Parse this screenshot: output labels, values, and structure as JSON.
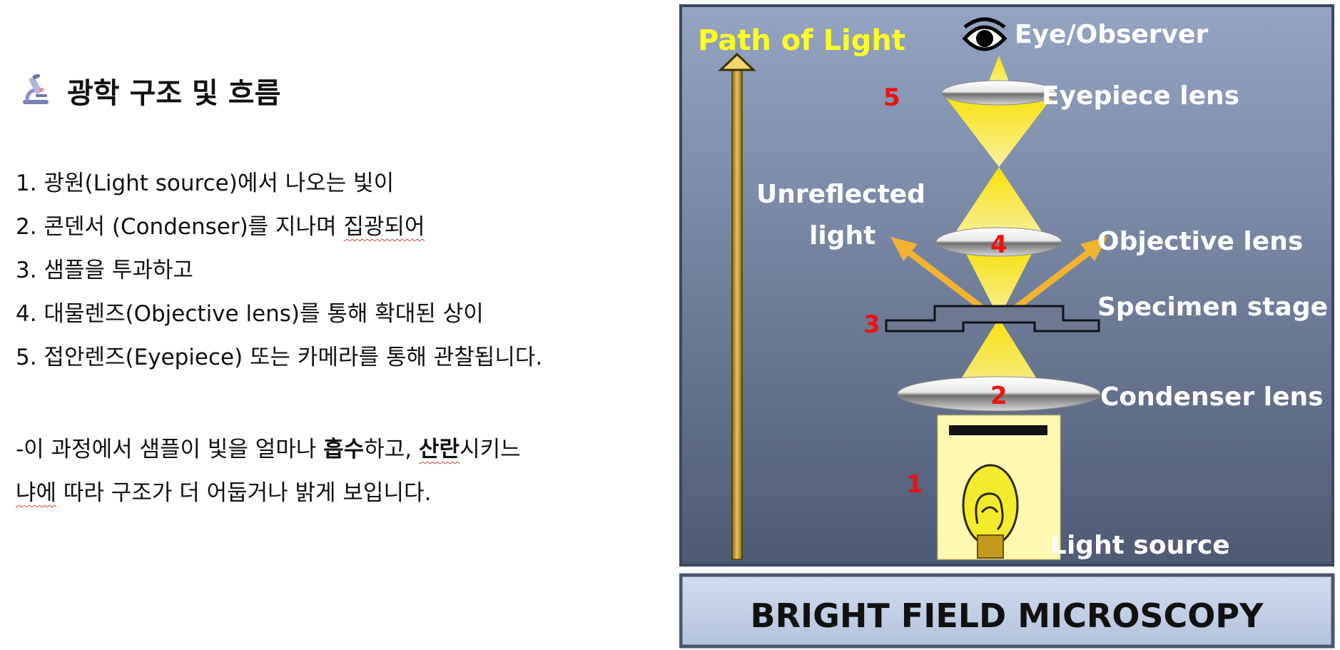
{
  "heading": {
    "icon": "microscope-icon",
    "text": "광학 구조 및 흐름"
  },
  "steps": [
    {
      "before": "1. 광원(Light source)에서 나오는 빛이",
      "marked": "",
      "after": ""
    },
    {
      "before": "2. 콘덴서 (Condenser)를 지나며 ",
      "marked": "집광되어",
      "after": ""
    },
    {
      "before": "3. 샘플을 투과하고",
      "marked": "",
      "after": ""
    },
    {
      "before": "4. 대물렌즈(Objective lens)를 통해 확대된 상이",
      "marked": "",
      "after": ""
    },
    {
      "before": "5. 접안렌즈(Eyepiece) 또는 카메라를 통해 관찰됩니다.",
      "marked": "",
      "after": ""
    }
  ],
  "note": {
    "line1_a": "-이 과정에서 샘플이 빛을 얼마나 ",
    "bold1": "흡수",
    "line1_b": "하고, ",
    "bold2": "산란",
    "line1_c": "시키느",
    "line2_marked": "냐에",
    "line2_rest": " 따라 구조가 더 어둡거나 밝게 보입니다."
  },
  "figure": {
    "path_label": "Path of Light",
    "eye_label": "Eye/Observer",
    "eyepiece_label": "Eyepiece lens",
    "unreflected_line1": "Unreflected",
    "unreflected_line2": "light",
    "objective_label": "Objective lens",
    "stage_label": "Specimen stage",
    "condenser_label": "Condenser lens",
    "source_label": "Light source",
    "banner": "BRIGHT FIELD MICROSCOPY",
    "numbers": {
      "n1": "1",
      "n2": "2",
      "n3": "3",
      "n4": "4",
      "n5": "5"
    },
    "colors": {
      "panel_top": "#94a4c2",
      "panel_bottom": "#4e5a74",
      "light_yellow": "#ffe033",
      "label_yellow": "#ffff22",
      "label_white": "#ffffff",
      "number_red": "#ee1111",
      "arrow_orange": "#f0b430",
      "banner_bg": "#c4d0e6"
    }
  }
}
